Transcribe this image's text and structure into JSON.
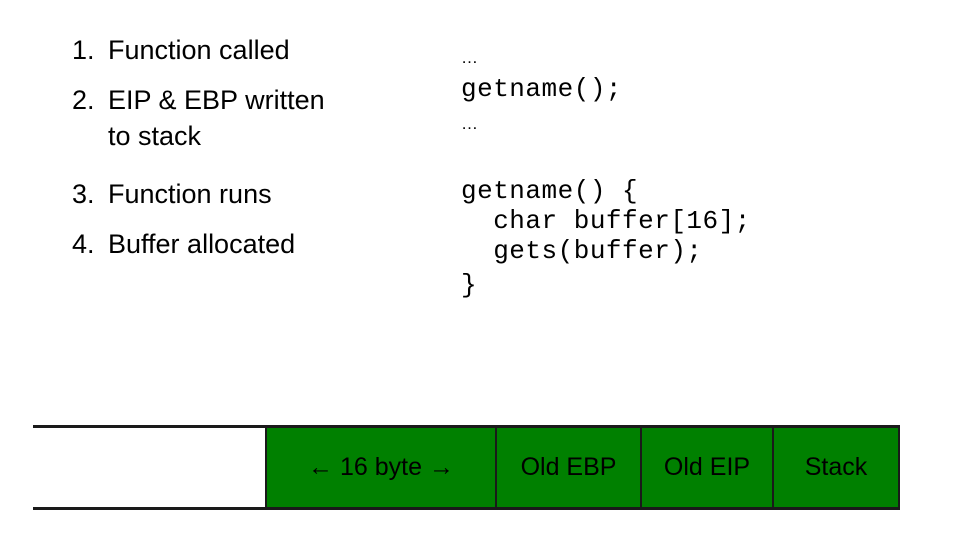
{
  "slide": {
    "background_color": "#ffffff",
    "accent_color": "#008000",
    "text_color": "#000000"
  },
  "steps": {
    "items": [
      {
        "number": "1.",
        "label": "Function called"
      },
      {
        "number": "2.",
        "label": "EIP & EBP written\nto stack"
      },
      {
        "number": "3.",
        "label": "Function runs"
      },
      {
        "number": "4.",
        "label": "Buffer allocated"
      }
    ]
  },
  "code": {
    "ellipsis_top": "…",
    "call_line": "getname();",
    "ellipsis_bottom": "…",
    "function_open": "getname() {",
    "declaration_line": "  char buffer[16];",
    "gets_line": "  gets(buffer);",
    "function_close": "}"
  },
  "stack_diagram": {
    "cells": [
      {
        "label": "",
        "filled": false
      },
      {
        "label": "← 16 byte →",
        "filled": true
      },
      {
        "label": "Old EBP",
        "filled": true
      },
      {
        "label": "Old EIP",
        "filled": true
      },
      {
        "label": "Stack",
        "filled": true
      }
    ],
    "fill_color": "#008000",
    "border_color": "#1a1a1a"
  }
}
